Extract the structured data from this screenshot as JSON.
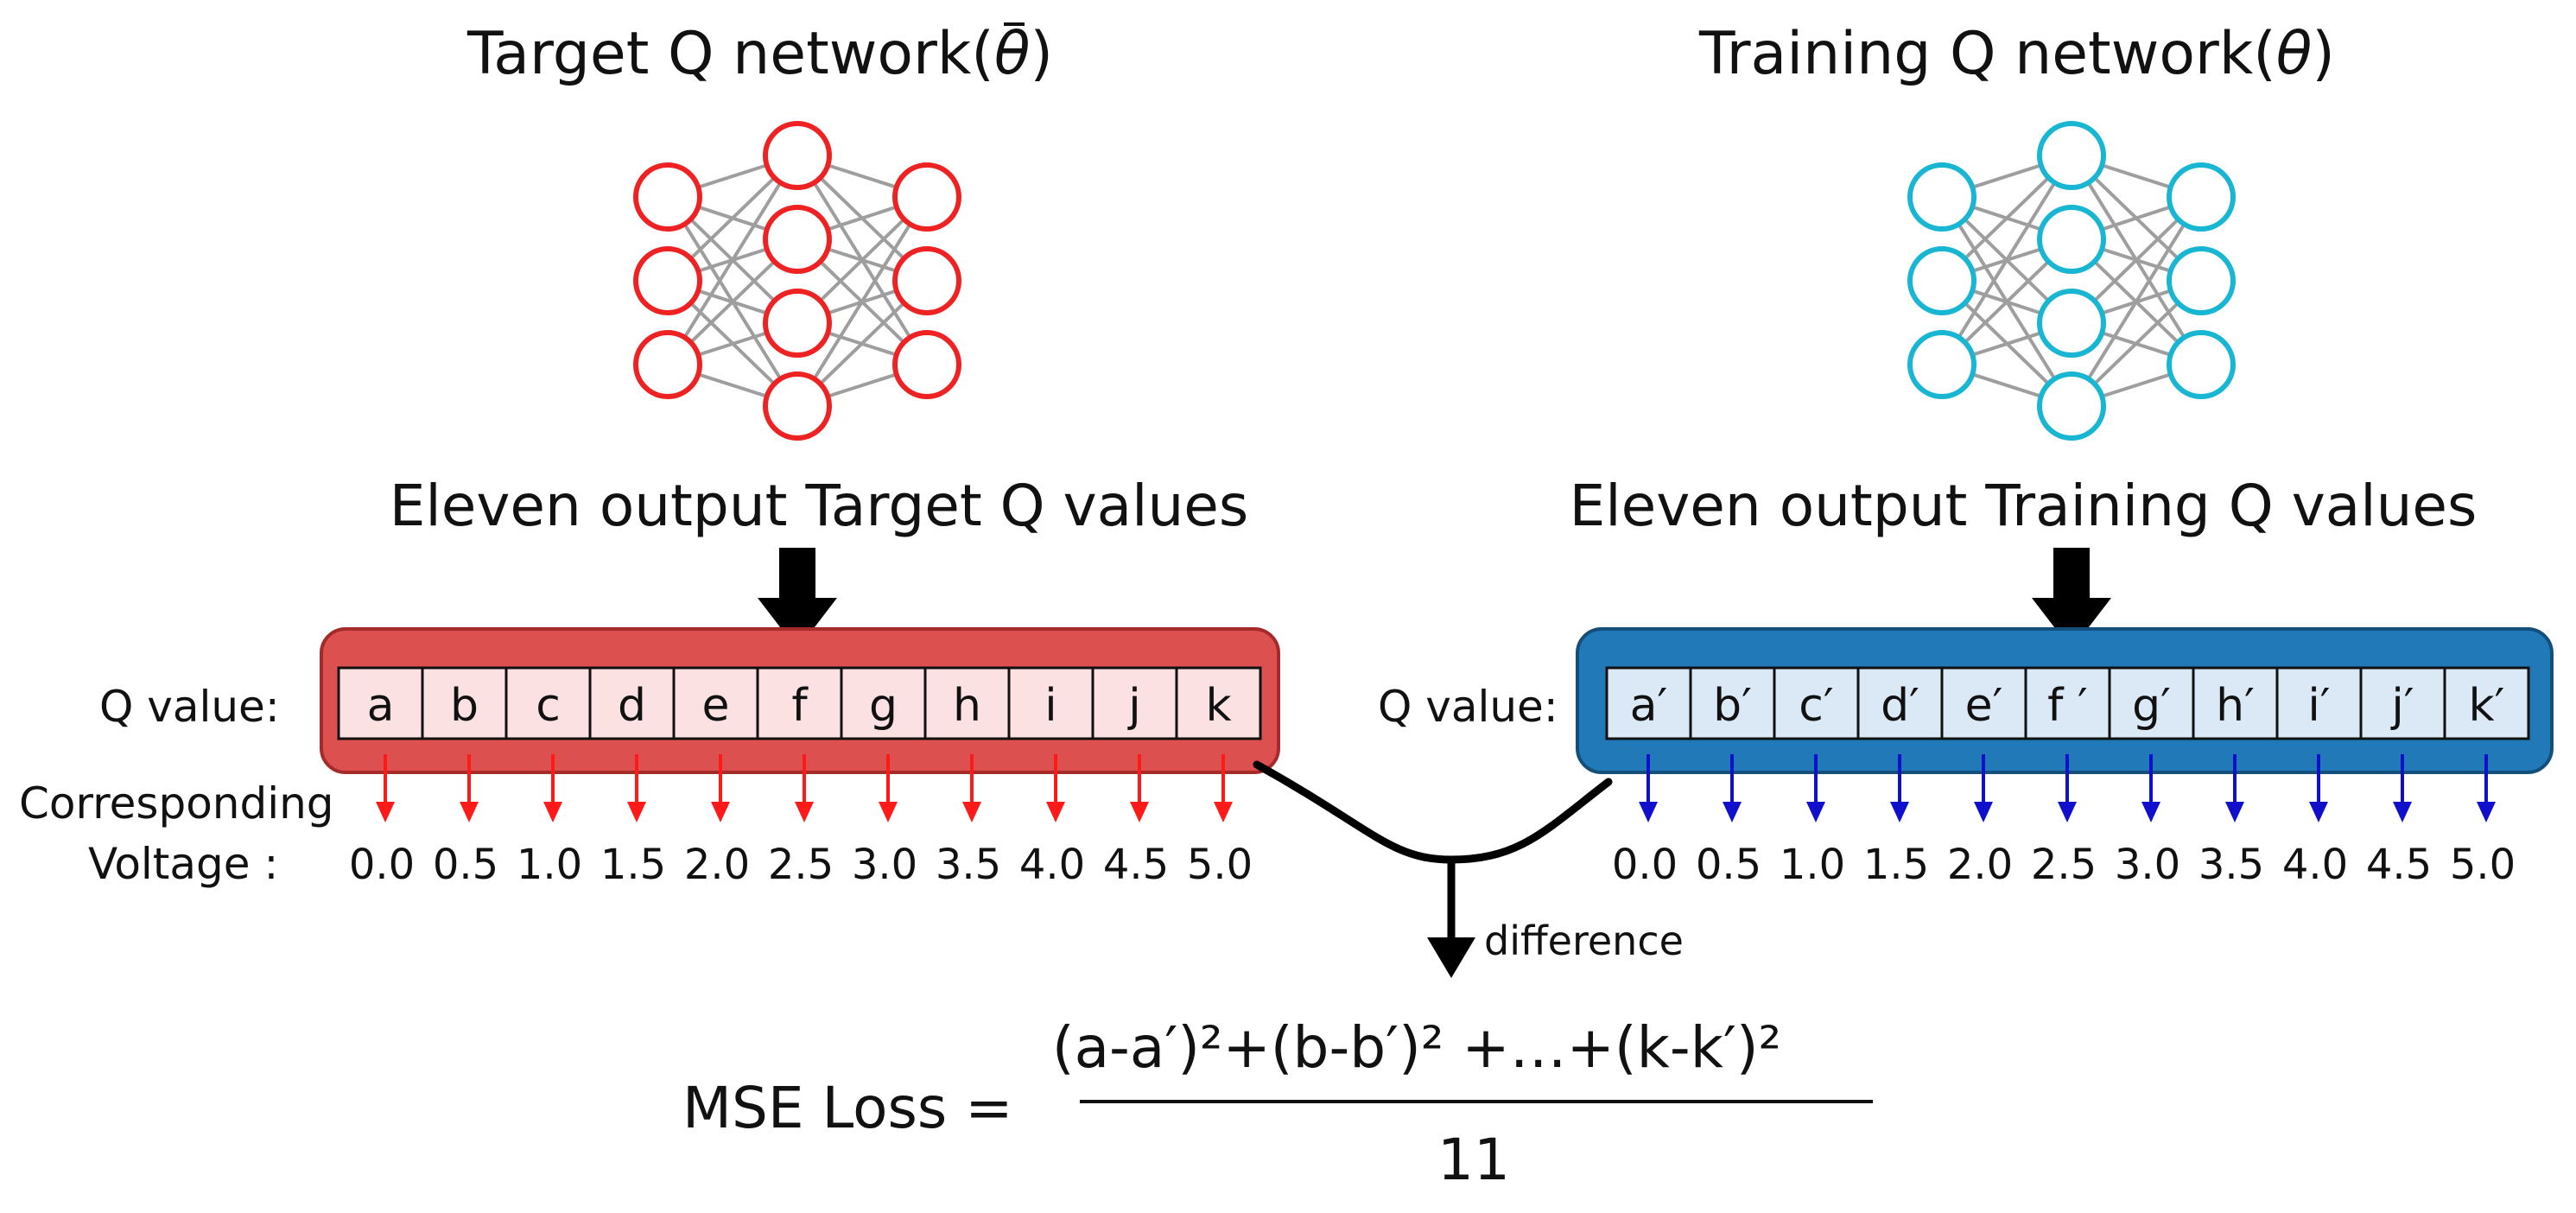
{
  "left": {
    "title": "Target Q network(",
    "title_symbol": "θ",
    "title_close": ")",
    "output_label": "Eleven output Target Q values",
    "row_label": "Q value:",
    "cells": [
      "a",
      "b",
      "c",
      "d",
      "e",
      "f",
      "g",
      "h",
      "i",
      "j",
      "k"
    ],
    "voltage_label_line1": "Corresponding",
    "voltage_label_line2": "Voltage :",
    "voltages": [
      "0.0",
      "0.5",
      "1.0",
      "1.5",
      "2.0",
      "2.5",
      "3.0",
      "3.5",
      "4.0",
      "4.5",
      "5.0"
    ],
    "node_color": "#ee2222",
    "box_fill": "#dc5050",
    "cell_fill": "#fbe1e1",
    "arrow_color": "#ff1a1a"
  },
  "right": {
    "title": "Training Q network(",
    "title_symbol": "θ",
    "title_close": ")",
    "output_label": "Eleven output Training Q values",
    "row_label": "Q value:",
    "cells": [
      "a′",
      "b′",
      "c′",
      "d′",
      "e′",
      "f ′",
      "g′",
      "h′",
      "i′",
      "j′",
      "k′"
    ],
    "voltages": [
      "0.0",
      "0.5",
      "1.0",
      "1.5",
      "2.0",
      "2.5",
      "3.0",
      "3.5",
      "4.0",
      "4.5",
      "5.0"
    ],
    "node_color": "#18b6d2",
    "box_fill": "#2179b8",
    "cell_fill": "#dbe9f7",
    "arrow_color": "#1010cc"
  },
  "difference_label": "difference",
  "formula": {
    "lhs": "MSE Loss =",
    "numerator": "(a-a′)²+(b-b′)² +…+(k-k′)²",
    "denominator": "11"
  }
}
